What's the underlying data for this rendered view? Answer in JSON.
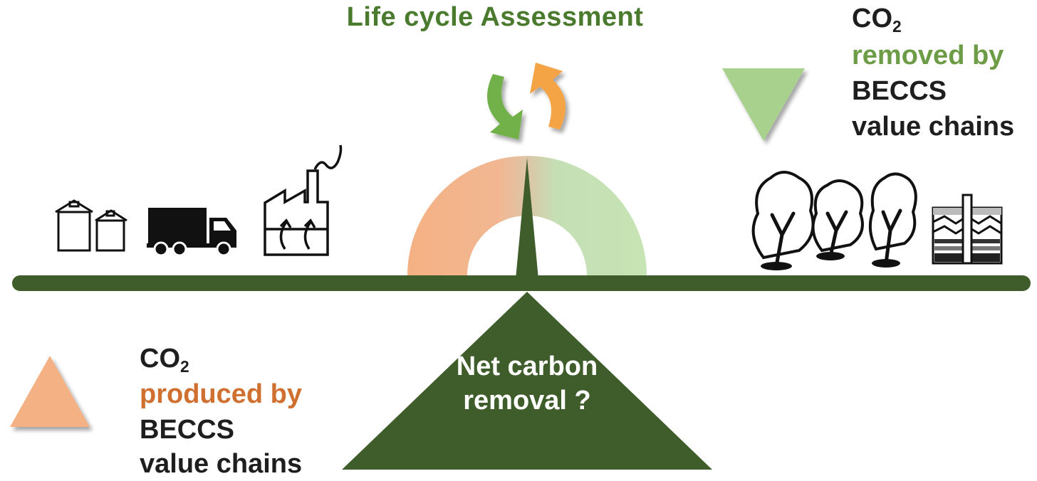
{
  "title": "Life cycle Assessment",
  "removed_block": {
    "co2_main": "CO",
    "co2_sub": "2",
    "line1": "removed by",
    "line2": "BECCS",
    "line3": "value chains"
  },
  "produced_block": {
    "co2_main": "CO",
    "co2_sub": "2",
    "line1": "produced by",
    "line2": "BECCS",
    "line3": "value chains"
  },
  "fulcrum_text": "Net carbon removal ?",
  "colors": {
    "dark_green": "#3f5d2a",
    "title_green": "#4a7a2e",
    "removed_green": "#6c9c45",
    "light_green": "#a9d18e",
    "produced_orange": "#d07030",
    "light_orange": "#f4b183",
    "arrow_orange": "#f5a445",
    "arrow_green": "#72b04a"
  },
  "icons": {
    "left": [
      "silos-icon",
      "truck-icon",
      "factory-icon"
    ],
    "right": [
      "tree-icon",
      "tree-icon",
      "tree-icon",
      "geological-storage-icon"
    ],
    "center": "recycle-arrows-icon"
  }
}
